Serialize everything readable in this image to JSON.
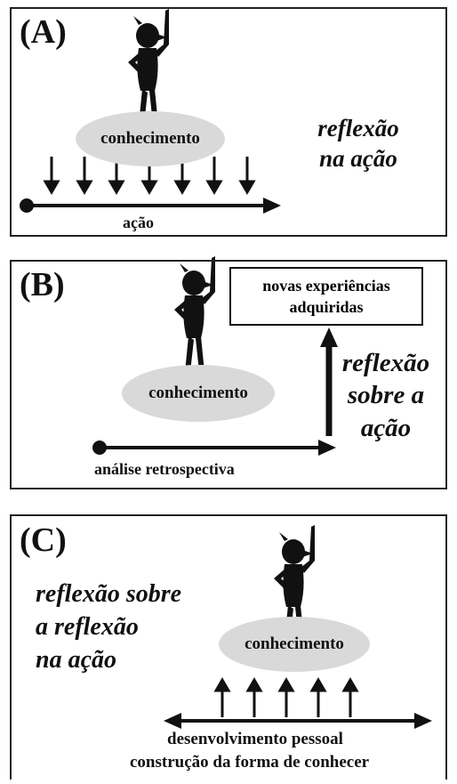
{
  "panel_a": {
    "label": "(A)",
    "ellipse_text": "conhecimento",
    "axis_text": "ação",
    "side_line1": "reflexão",
    "side_line2": "na ação"
  },
  "panel_b": {
    "label": "(B)",
    "box_line1": "novas experiências",
    "box_line2": "adquiridas",
    "ellipse_text": "conhecimento",
    "axis_text": "análise retrospectiva",
    "side_line1": "reflexão",
    "side_line2": "sobre a",
    "side_line3": "ação"
  },
  "panel_c": {
    "label": "(C)",
    "side_line1": "reflexão sobre",
    "side_line2": "a reflexão",
    "side_line3": "na ação",
    "ellipse_text": "conhecimento",
    "axis_line1": "desenvolvimento pessoal",
    "axis_line2": "construção da forma de conhecer"
  }
}
